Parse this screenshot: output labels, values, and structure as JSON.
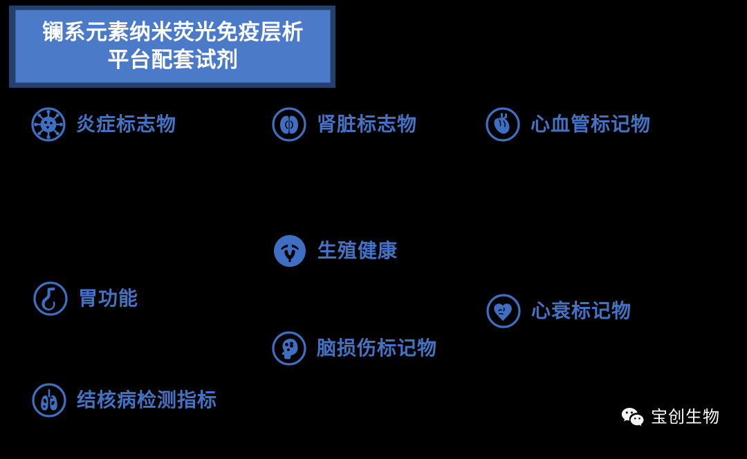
{
  "banner": {
    "title": "镧系元素纳米荧光免疫层析\n平台配套试剂",
    "background_color": "#4a7ac8",
    "border_color": "#24406d",
    "text_color": "#ffffff"
  },
  "theme": {
    "background_color": "#000000",
    "accent_color": "#4472c4",
    "icon_color": "#3f6fc2"
  },
  "items": [
    {
      "label": "炎症标志物",
      "icon": "virus-icon"
    },
    {
      "label": "肾脏标志物",
      "icon": "kidneys-icon"
    },
    {
      "label": "心血管标记物",
      "icon": "anatomical-heart-icon"
    },
    {
      "label": "生殖健康",
      "icon": "uterus-icon"
    },
    {
      "label": "胃功能",
      "icon": "stomach-icon"
    },
    {
      "label": "心衰标记物",
      "icon": "heart-icon"
    },
    {
      "label": "脑损伤标记物",
      "icon": "brain-head-icon"
    },
    {
      "label": "结核病检测指标",
      "icon": "lungs-icon"
    }
  ],
  "watermark": {
    "name": "宝创生物",
    "icon": "wechat-icon",
    "text_color": "#ffffff"
  }
}
